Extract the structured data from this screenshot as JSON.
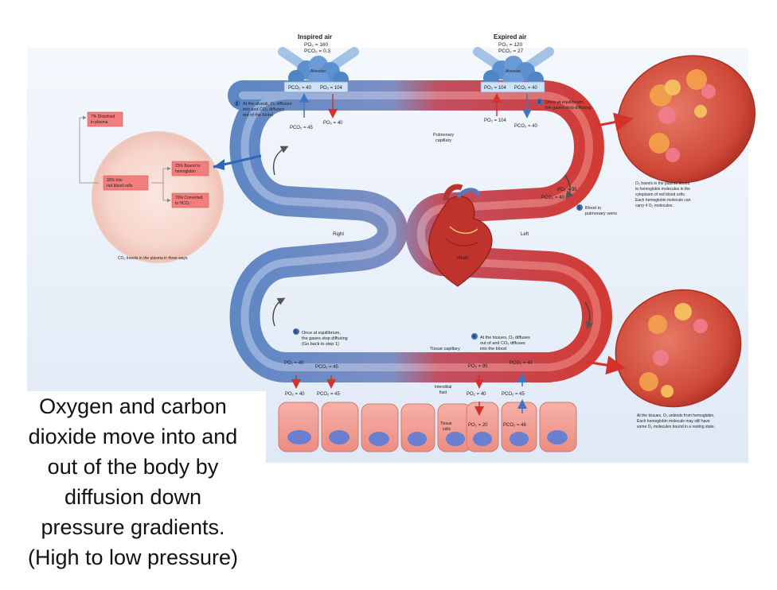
{
  "inspired": {
    "title": "Inspired air",
    "po2": "PO₂ = 160",
    "pco2": "PCO₂ = 0.3",
    "alveolus_pco2": "PCO₂ = 40",
    "alveolus_po2": "PO₂ = 104",
    "alveolus_label": "Alveolus"
  },
  "expired": {
    "title": "Expired air",
    "po2": "PO₂ = 120",
    "pco2": "PCO₂ = 27",
    "alveolus_po2": "PO₂ = 104",
    "alveolus_pco2": "PCO₂ = 40",
    "alveolus_label": "Alveolus"
  },
  "steps": {
    "s1_num": "1",
    "s1": [
      "At the alveoli, O₂ diffuses",
      "into and CO₂ diffuses",
      "out of the blood"
    ],
    "s2_num": "2",
    "s2": [
      "Once at equilibrium,",
      "the gases stop diffusing"
    ],
    "s3_num": "3",
    "s3": [
      "Blood in",
      "pulmonary veins"
    ],
    "s4_num": "4",
    "s4": [
      "At the tissues, O₂ diffuses",
      "out of and CO₂ diffuses",
      "into the blood"
    ],
    "s5_num": "5",
    "s5": [
      "Once at equilibrium,",
      "the gases stop diffusing",
      "(Go back to step 1)"
    ]
  },
  "pulmonary": {
    "pco2_45": "PCO₂ = 45",
    "po2_40": "PO₂ = 40",
    "po2_104": "PO₂ = 104",
    "pco2_40": "PCO₂ = 40",
    "capillary": [
      "Pulmonary",
      "capillary"
    ],
    "vein_po2": "PO₂ = 95",
    "vein_pco2": "PCO₂ = 40"
  },
  "sides": {
    "right": "Right",
    "left": "Left",
    "heart": "Heart"
  },
  "co2_panel": {
    "dissolved": [
      "7% Dissolved",
      "in plasma"
    ],
    "into_rbc": [
      "93% Into",
      "red blood cells"
    ],
    "bound": [
      "23% Bound to",
      "hemoglobin"
    ],
    "converted": [
      "70% Converted",
      "to HCO₃⁻"
    ],
    "caption": "CO₂ travels in the plasma in three ways"
  },
  "o2_panel": {
    "top_caption": [
      "O₂ travels in the plasma bound",
      "to hemoglobin molecules in the",
      "cytoplasm of red blood cells.",
      "Each hemoglobin molecule can",
      "carry 4 O₂ molecules."
    ],
    "bottom_caption": [
      "At the tissues, O₂ unbinds from hemoglobin.",
      "Each hemoglobin molecule may still have",
      "some O₂ molecules bound in a resting state."
    ]
  },
  "tissue": {
    "capillary": "Tissue capillary",
    "po2_40_top": "PO₂ = 40",
    "pco2_45_top": "PCO₂ = 45",
    "po2_40_bot": "PO₂ = 40",
    "pco2_45_bot": "PCO₂ = 45",
    "po2_95": "PO₂ = 95",
    "pco2_40": "PCO₂ = 40",
    "interstitial": [
      "Interstitial",
      "fluid"
    ],
    "if_po2": "PO₂ = 40",
    "if_pco2": "PCO₂ = 45",
    "cells": [
      "Tissue",
      "cells"
    ],
    "cell_po2": "PO₂ = 20",
    "cell_pco2": "PCO₂ = 46"
  },
  "caption": [
    "Oxygen and carbon",
    "dioxide move into and",
    "out of the body by",
    "diffusion down",
    "pressure gradients.",
    "(High to low pressure)"
  ]
}
